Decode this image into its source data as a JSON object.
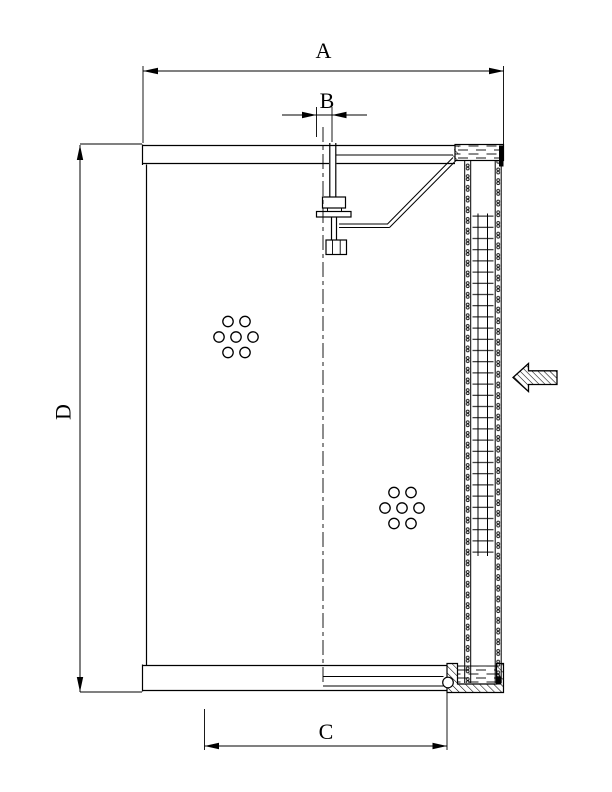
{
  "drawing": {
    "background_color": "#ffffff",
    "line_color": "#000000",
    "dimension_labels": {
      "A": "A",
      "B": "B",
      "C": "C",
      "D": "D"
    },
    "flow_arrow": {
      "direction": "left"
    },
    "perforations": {
      "hole_radius": 5.2,
      "clusters": [
        {
          "holes": [
            [
              219,
              337
            ],
            [
              236,
              337
            ],
            [
              253,
              337
            ],
            [
              228,
              321.5
            ],
            [
              245,
              321.5
            ],
            [
              228,
              352.5
            ],
            [
              245,
              352.5
            ]
          ]
        },
        {
          "holes": [
            [
              385,
              508
            ],
            [
              402,
              508
            ],
            [
              419,
              508
            ],
            [
              394,
              492.5
            ],
            [
              411,
              492.5
            ],
            [
              394,
              523.5
            ],
            [
              411,
              523.5
            ]
          ]
        }
      ]
    }
  }
}
